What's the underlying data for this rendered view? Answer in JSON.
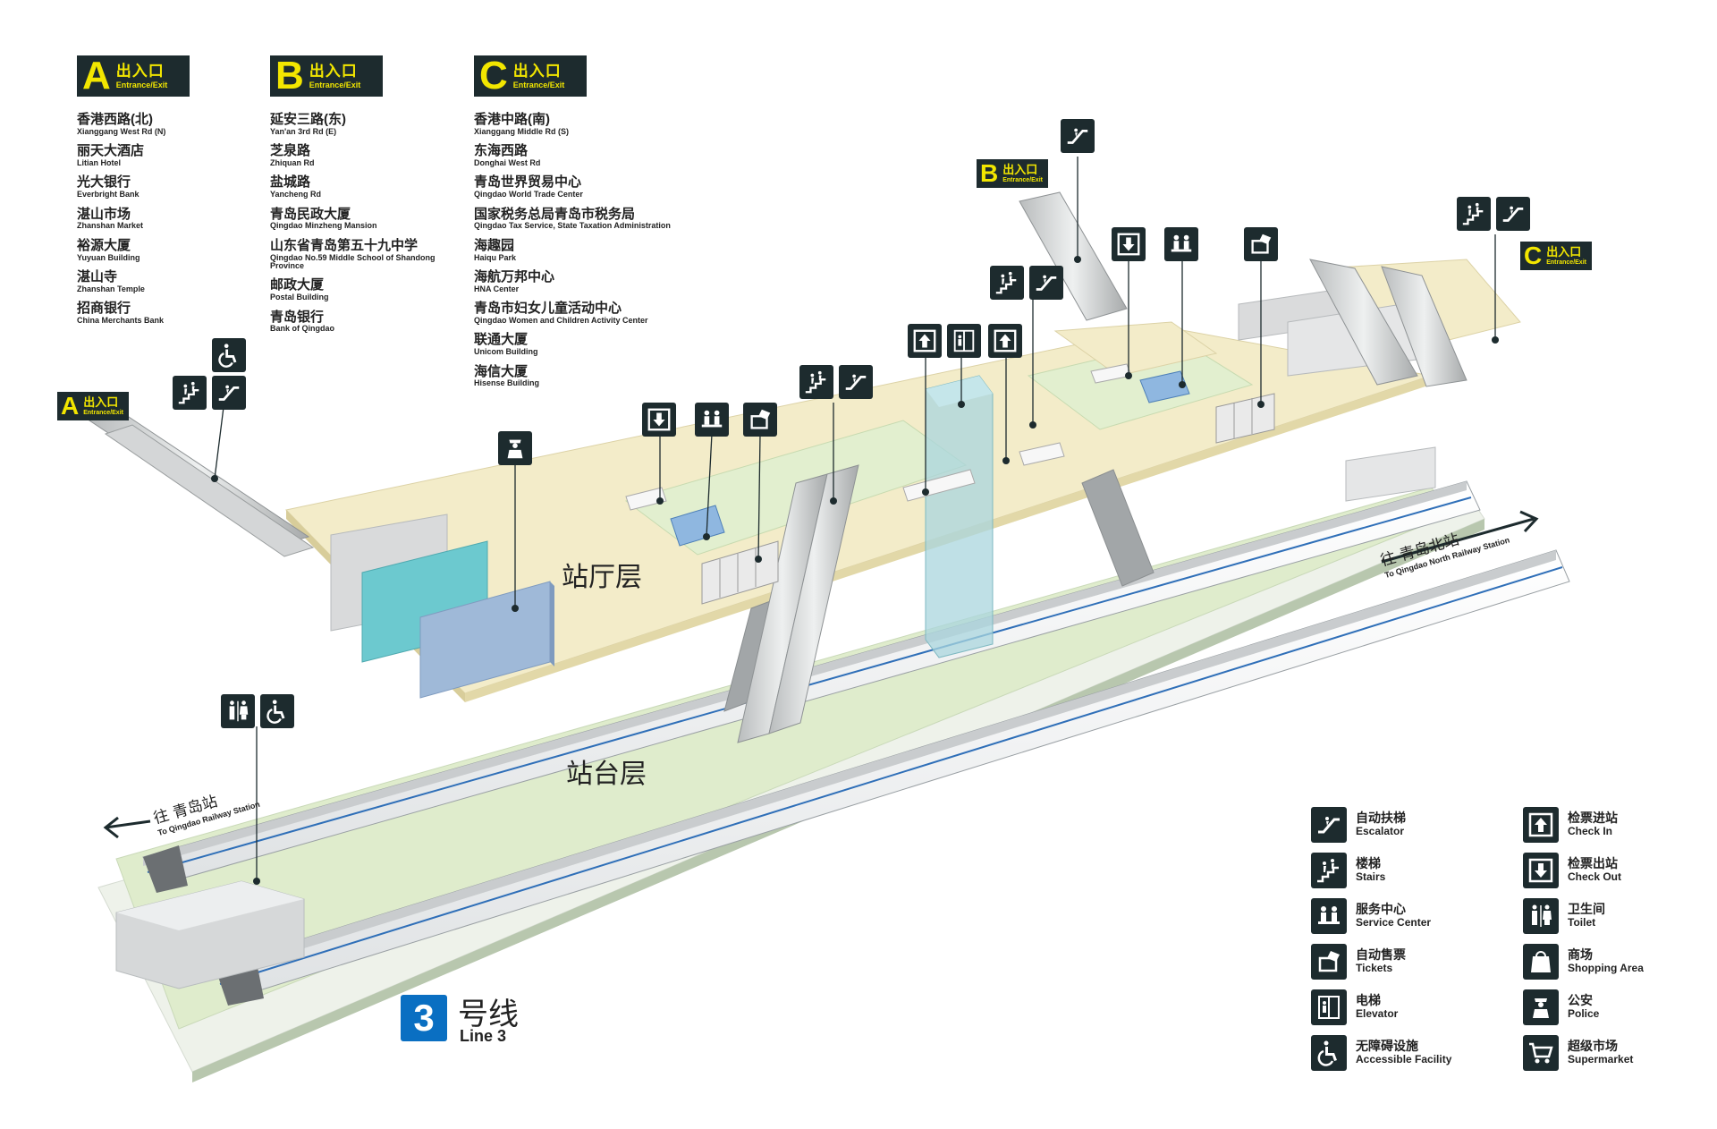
{
  "exits": [
    {
      "letter": "A",
      "cn": "出入口",
      "en": "Entrance/Exit",
      "destinations": [
        {
          "cn": "香港西路(北)",
          "en": "Xianggang West Rd (N)"
        },
        {
          "cn": "丽天大酒店",
          "en": "Litian Hotel"
        },
        {
          "cn": "光大银行",
          "en": "Everbright Bank"
        },
        {
          "cn": "湛山市场",
          "en": "Zhanshan Market"
        },
        {
          "cn": "裕源大厦",
          "en": "Yuyuan Building"
        },
        {
          "cn": "湛山寺",
          "en": "Zhanshan Temple"
        },
        {
          "cn": "招商银行",
          "en": "China Merchants Bank"
        }
      ]
    },
    {
      "letter": "B",
      "cn": "出入口",
      "en": "Entrance/Exit",
      "destinations": [
        {
          "cn": "延安三路(东)",
          "en": "Yan'an 3rd Rd (E)"
        },
        {
          "cn": "芝泉路",
          "en": "Zhiquan Rd"
        },
        {
          "cn": "盐城路",
          "en": "Yancheng Rd"
        },
        {
          "cn": "青岛民政大厦",
          "en": "Qingdao Minzheng Mansion"
        },
        {
          "cn": "山东省青岛第五十九中学",
          "en": "Qingdao No.59 Middle School of Shandong Province"
        },
        {
          "cn": "邮政大厦",
          "en": "Postal Building"
        },
        {
          "cn": "青岛银行",
          "en": "Bank of Qingdao"
        }
      ]
    },
    {
      "letter": "C",
      "cn": "出入口",
      "en": "Entrance/Exit",
      "destinations": [
        {
          "cn": "香港中路(南)",
          "en": "Xianggang Middle Rd (S)"
        },
        {
          "cn": "东海西路",
          "en": "Donghai West Rd"
        },
        {
          "cn": "青岛世界贸易中心",
          "en": "Qingdao World Trade Center"
        },
        {
          "cn": "国家税务总局青岛市税务局",
          "en": "Qingdao Tax Service, State Taxation Administration"
        },
        {
          "cn": "海趣园",
          "en": "Haiqu Park"
        },
        {
          "cn": "海航万邦中心",
          "en": "HNA Center"
        },
        {
          "cn": "青岛市妇女儿童活动中心",
          "en": "Qingdao Women and Children Activity Center"
        },
        {
          "cn": "联通大厦",
          "en": "Unicom Building"
        },
        {
          "cn": "海信大厦",
          "en": "Hisense Building"
        }
      ]
    }
  ],
  "levels": {
    "concourse": "站厅层",
    "platform": "站台层"
  },
  "directions": {
    "north": {
      "cn": "往 青岛北站",
      "en": "To Qingdao North Railway Station"
    },
    "south": {
      "cn": "往 青岛站",
      "en": "To Qingdao Railway Station"
    }
  },
  "line": {
    "number": "3",
    "cn": "号线",
    "en": "Line 3",
    "color": "#0a6fc2"
  },
  "legend": [
    {
      "icon": "escalator-icon",
      "cn": "自动扶梯",
      "en": "Escalator"
    },
    {
      "icon": "check-in-icon",
      "cn": "检票进站",
      "en": "Check In"
    },
    {
      "icon": "stairs-icon",
      "cn": "楼梯",
      "en": "Stairs"
    },
    {
      "icon": "check-out-icon",
      "cn": "检票出站",
      "en": "Check Out"
    },
    {
      "icon": "service-center-icon",
      "cn": "服务中心",
      "en": "Service Center"
    },
    {
      "icon": "toilet-icon",
      "cn": "卫生间",
      "en": "Toilet"
    },
    {
      "icon": "tickets-icon",
      "cn": "自动售票",
      "en": "Tickets"
    },
    {
      "icon": "shopping-icon",
      "cn": "商场",
      "en": "Shopping Area"
    },
    {
      "icon": "elevator-icon",
      "cn": "电梯",
      "en": "Elevator"
    },
    {
      "icon": "police-icon",
      "cn": "公安",
      "en": "Police"
    },
    {
      "icon": "accessible-icon",
      "cn": "无障碍设施",
      "en": "Accessible Facility"
    },
    {
      "icon": "supermarket-icon",
      "cn": "超级市场",
      "en": "Supermarket"
    }
  ],
  "colors": {
    "sign_bg": "#1d2b2e",
    "sign_text": "#f2e600",
    "concourse": "#f3ecc9",
    "platform": "#dfeccc",
    "shop_teal": "#6cc9cf",
    "shop_blue": "#9fb9d8"
  }
}
